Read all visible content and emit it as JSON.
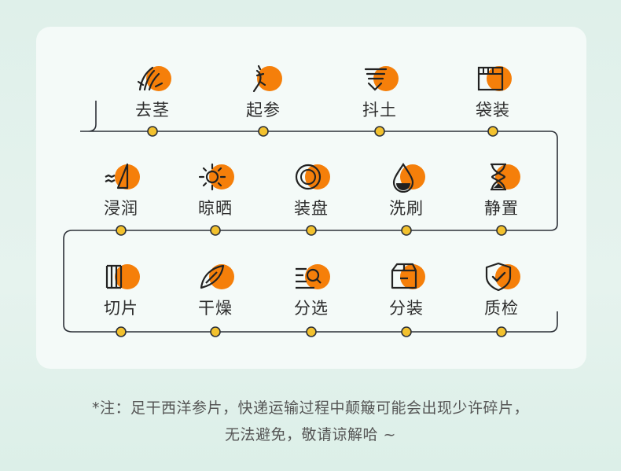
{
  "accent_color": "#f57f0a",
  "node_color": "#f2c12e",
  "rows": [
    [
      {
        "label": "去茎",
        "icon": "ginseng-root-icon"
      },
      {
        "label": "起参",
        "icon": "dig-up-icon"
      },
      {
        "label": "抖土",
        "icon": "shake-soil-icon"
      },
      {
        "label": "袋装",
        "icon": "bag-box-icon"
      }
    ],
    [
      {
        "label": "浸润",
        "icon": "soak-knife-icon"
      },
      {
        "label": "晾晒",
        "icon": "sun-icon"
      },
      {
        "label": "装盘",
        "icon": "plate-icon"
      },
      {
        "label": "洗刷",
        "icon": "water-drop-icon"
      },
      {
        "label": "静置",
        "icon": "hourglass-icon"
      }
    ],
    [
      {
        "label": "切片",
        "icon": "slices-icon"
      },
      {
        "label": "干燥",
        "icon": "leaf-dry-icon"
      },
      {
        "label": "分选",
        "icon": "sort-search-icon"
      },
      {
        "label": "分装",
        "icon": "package-icon"
      },
      {
        "label": "质检",
        "icon": "shield-check-icon"
      }
    ]
  ],
  "note": {
    "line1": "*注：足干西洋参片，快递运输过程中颠簸可能会出现少许碎片，",
    "line2": "无法避免，敬请谅解哈 ~"
  }
}
